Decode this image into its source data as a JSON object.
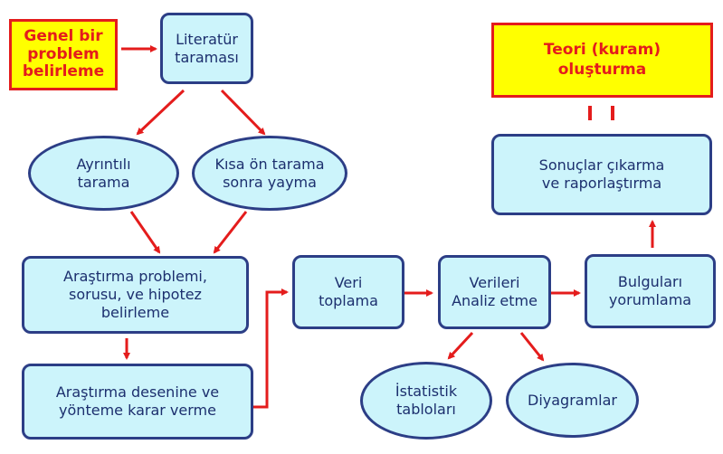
{
  "nodes": {
    "genel": "Genel bir\nproblem\nbelirleme",
    "literatur": "Literatür\ntaraması",
    "ayrintili": "Ayrıntılı\ntarama",
    "kisa": "Kısa ön tarama\nsonra yayma",
    "problem": "Araştırma problemi,\nsorusu, ve hipotez\nbelirleme",
    "desen": "Araştırma desenine ve\nyönteme karar verme",
    "veri": "Veri\ntoplama",
    "analiz": "Verileri\nAnaliz etme",
    "bulgu": "Bulguları\nyorumlama",
    "sonuc": "Sonuçlar çıkarma\nve raporlaştırma",
    "teori": "Teori (kuram)\noluşturma",
    "istatistik": "İstatistik\ntabloları",
    "diyagram": "Diyagramlar"
  },
  "colors": {
    "arrow": "#e41c1c",
    "box_fill": "#ccf4fb",
    "box_border": "#2c3e86",
    "text": "#1c2f6e",
    "highlight_fill": "#ffff00"
  }
}
